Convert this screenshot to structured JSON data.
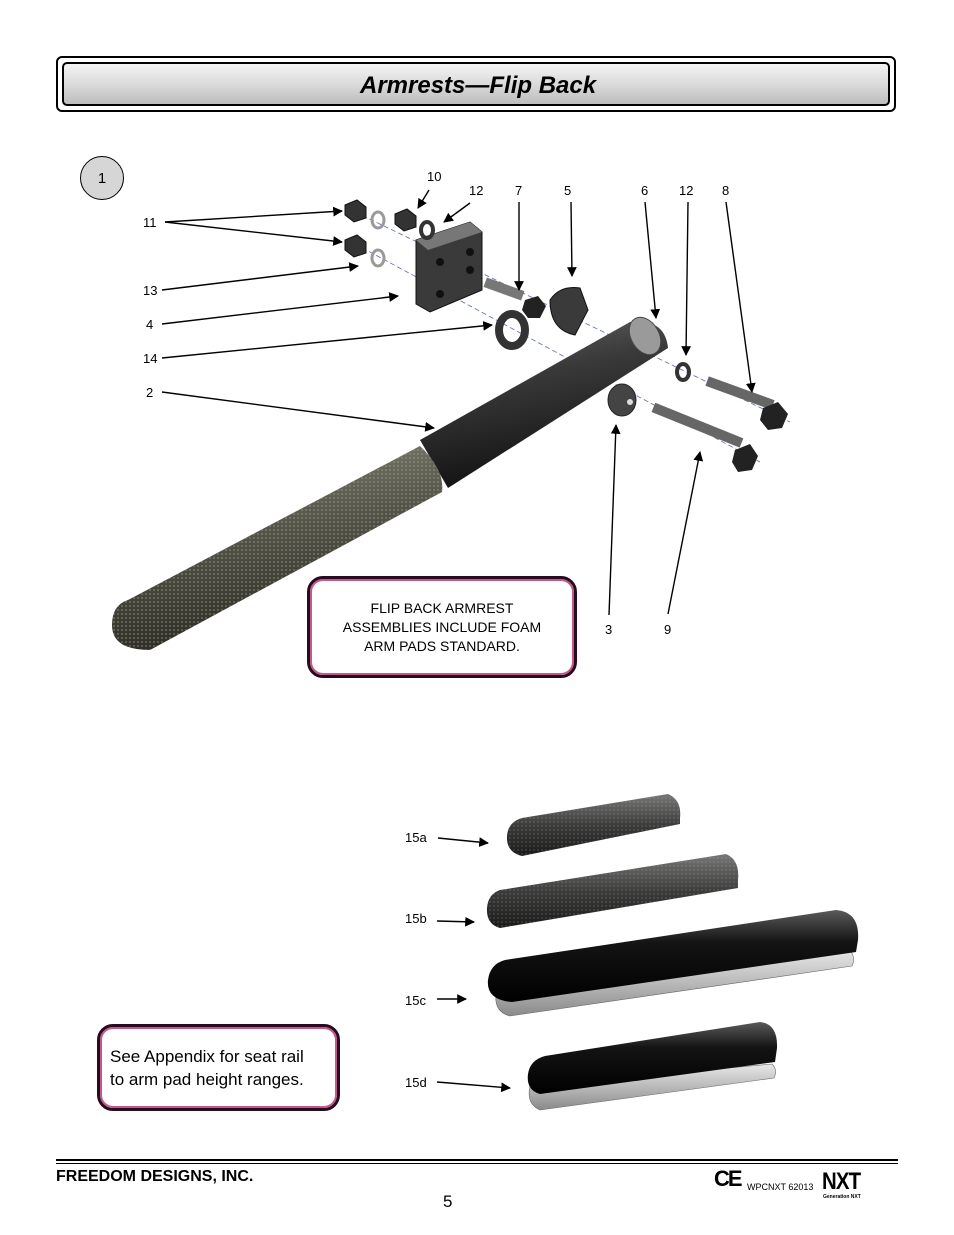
{
  "header": {
    "title": "Armrests—Flip Back"
  },
  "step": {
    "number": "1"
  },
  "callouts": {
    "c10": "10",
    "c12a": "12",
    "c7": "7",
    "c5": "5",
    "c6": "6",
    "c12b": "12",
    "c8": "8",
    "c11": "11",
    "c13": "13",
    "c4": "4",
    "c14": "14",
    "c2": "2",
    "c3": "3",
    "c9": "9",
    "c15a": "15a",
    "c15b": "15b",
    "c15c": "15c",
    "c15d": "15d"
  },
  "notes": {
    "assembly_note": [
      "FLIP BACK ARMREST",
      "ASSEMBLIES INCLUDE FOAM",
      "ARM PADS STANDARD."
    ],
    "appendix_note": [
      "See Appendix for seat rail",
      "to arm pad height ranges."
    ]
  },
  "footer": {
    "company": "FREEDOM DESIGNS, INC.",
    "page_number": "5",
    "certification_mark": "CE",
    "doc_code": "WPCNXT 62013",
    "brand": "NXT",
    "brand_tagline": "Generation NXT"
  }
}
